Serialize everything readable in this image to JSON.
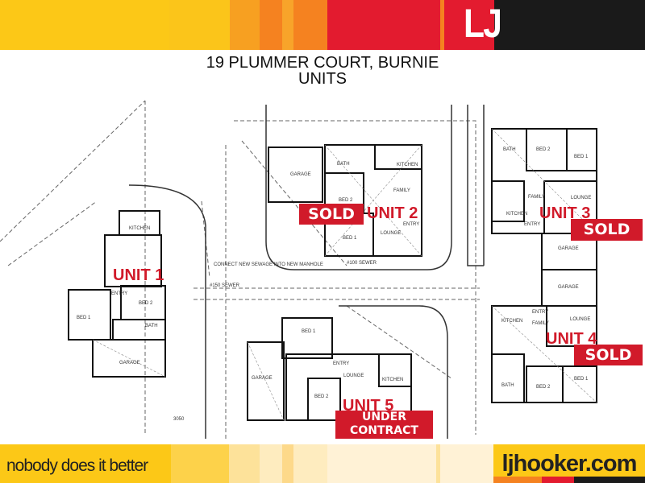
{
  "header": {
    "brand": "LJ Hooker",
    "colors": {
      "yellow": "#fcc817",
      "orange": "#f58220",
      "red": "#e31b2f",
      "black": "#1a1a1a"
    }
  },
  "title": {
    "line1": "19 PLUMMER COURT, BURNIE",
    "line2": "UNITS"
  },
  "units": [
    {
      "label": "UNIT 1",
      "status": "",
      "rooms": [
        "KITCHEN",
        "ENTRY",
        "BED 2",
        "BED 1",
        "BATH",
        "GARAGE"
      ]
    },
    {
      "label": "UNIT 2",
      "status": "SOLD",
      "rooms": [
        "GARAGE",
        "BATH",
        "KITCHEN",
        "FAMILY",
        "BED 2",
        "ENTRY",
        "BED 1",
        "LOUNGE"
      ]
    },
    {
      "label": "UNIT 3",
      "status": "SOLD",
      "rooms": [
        "BED 2",
        "BED 1",
        "BATH",
        "FAMILY",
        "KITCHEN",
        "ENTRY",
        "LOUNGE",
        "GARAGE"
      ]
    },
    {
      "label": "UNIT 4",
      "status": "SOLD",
      "rooms": [
        "GARAGE",
        "ENTRY",
        "KITCHEN",
        "FAMILY",
        "LOUNGE",
        "BED 2",
        "BED 1",
        "BATH"
      ]
    },
    {
      "label": "UNIT 5",
      "status_line1": "UNDER",
      "status_line2": "CONTRACT",
      "rooms": [
        "BED 1",
        "ENTRY",
        "GARAGE",
        "LOUNGE",
        "KITCHEN",
        "BED 2"
      ]
    }
  ],
  "plan_notes": {
    "sewer1": "#150 SEWER",
    "sewer2": "#100 SEWER",
    "connect": "CONNECT NEW SEWAGE INTO NEW MANHOLE",
    "dim": "3050"
  },
  "footer": {
    "tagline": "nobody does it better",
    "website": "ljhooker.com"
  }
}
